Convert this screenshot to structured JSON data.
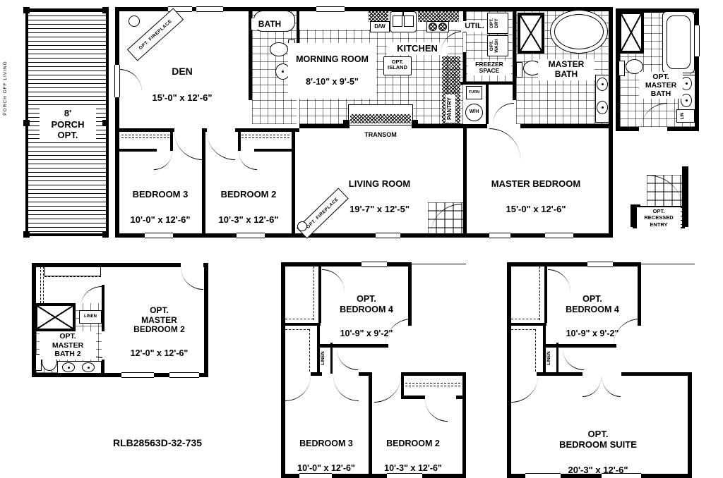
{
  "model": "RLB28563D-32-735",
  "colors": {
    "ink": "#000000",
    "paper": "#ffffff"
  },
  "main": {
    "porch": {
      "label": "8'\nPORCH\nOPT.",
      "note": "PORCH OFF LIVING"
    },
    "den": {
      "name": "DEN",
      "dims": "15'-0\" x 12'-6\"",
      "fireplace": "OPT. FIREPLACE"
    },
    "bath": {
      "name": "BATH"
    },
    "morning": {
      "name": "MORNING ROOM",
      "dims": "8'-10\" x 9'-5\""
    },
    "kitchen": {
      "name": "KITCHEN",
      "island": "OPT.\nISLAND",
      "dw": "D/W",
      "pantry": "PANTRY",
      "transom": "TRANSOM"
    },
    "util": {
      "name": "UTIL.",
      "dry": "OPT.\nDRY",
      "wash": "OPT.\nWASH",
      "freezer": "FREEZER\nSPACE",
      "furn": "FURN",
      "wh": "W/H"
    },
    "master_bath": {
      "name": "MASTER\nBATH"
    },
    "opt_master_bath": {
      "name": "OPT.\nMASTER\nBATH",
      "lin": "LIN"
    },
    "bed3": {
      "name": "BEDROOM 3",
      "dims": "10'-0\" x 12'-6\""
    },
    "bed2": {
      "name": "BEDROOM 2",
      "dims": "10'-3\" x 12'-6\""
    },
    "living": {
      "name": "LIVING ROOM",
      "dims": "19'-7\" x 12'-5\"",
      "fireplace": "OPT. FIREPLACE"
    },
    "master_bed": {
      "name": "MASTER BEDROOM",
      "dims": "15'-0\" x 12'-6\""
    },
    "recessed_entry": {
      "name": "OPT.\nRECESSED\nENTRY"
    }
  },
  "optA": {
    "bed": {
      "name": "OPT.\nMASTER\nBEDROOM 2",
      "dims": "12'-0\" x 12'-6\""
    },
    "bath": {
      "name": "OPT.\nMASTER\nBATH 2",
      "linen": "LINEN"
    }
  },
  "optB": {
    "bed4": {
      "name": "OPT.\nBEDROOM 4",
      "dims": "10'-9\" x 9'-2\""
    },
    "linen": "LINEN",
    "bed3": {
      "name": "BEDROOM 3",
      "dims": "10'-0\" x 12'-6\""
    },
    "bed2": {
      "name": "BEDROOM 2",
      "dims": "10'-3\" x 12'-6\""
    }
  },
  "optC": {
    "bed4": {
      "name": "OPT.\nBEDROOM 4",
      "dims": "10'-9\" x 9'-2\""
    },
    "linen": "LINEN",
    "suite": {
      "name": "OPT.\nBEDROOM SUITE",
      "dims": "20'-3\" x 12'-6\""
    }
  }
}
